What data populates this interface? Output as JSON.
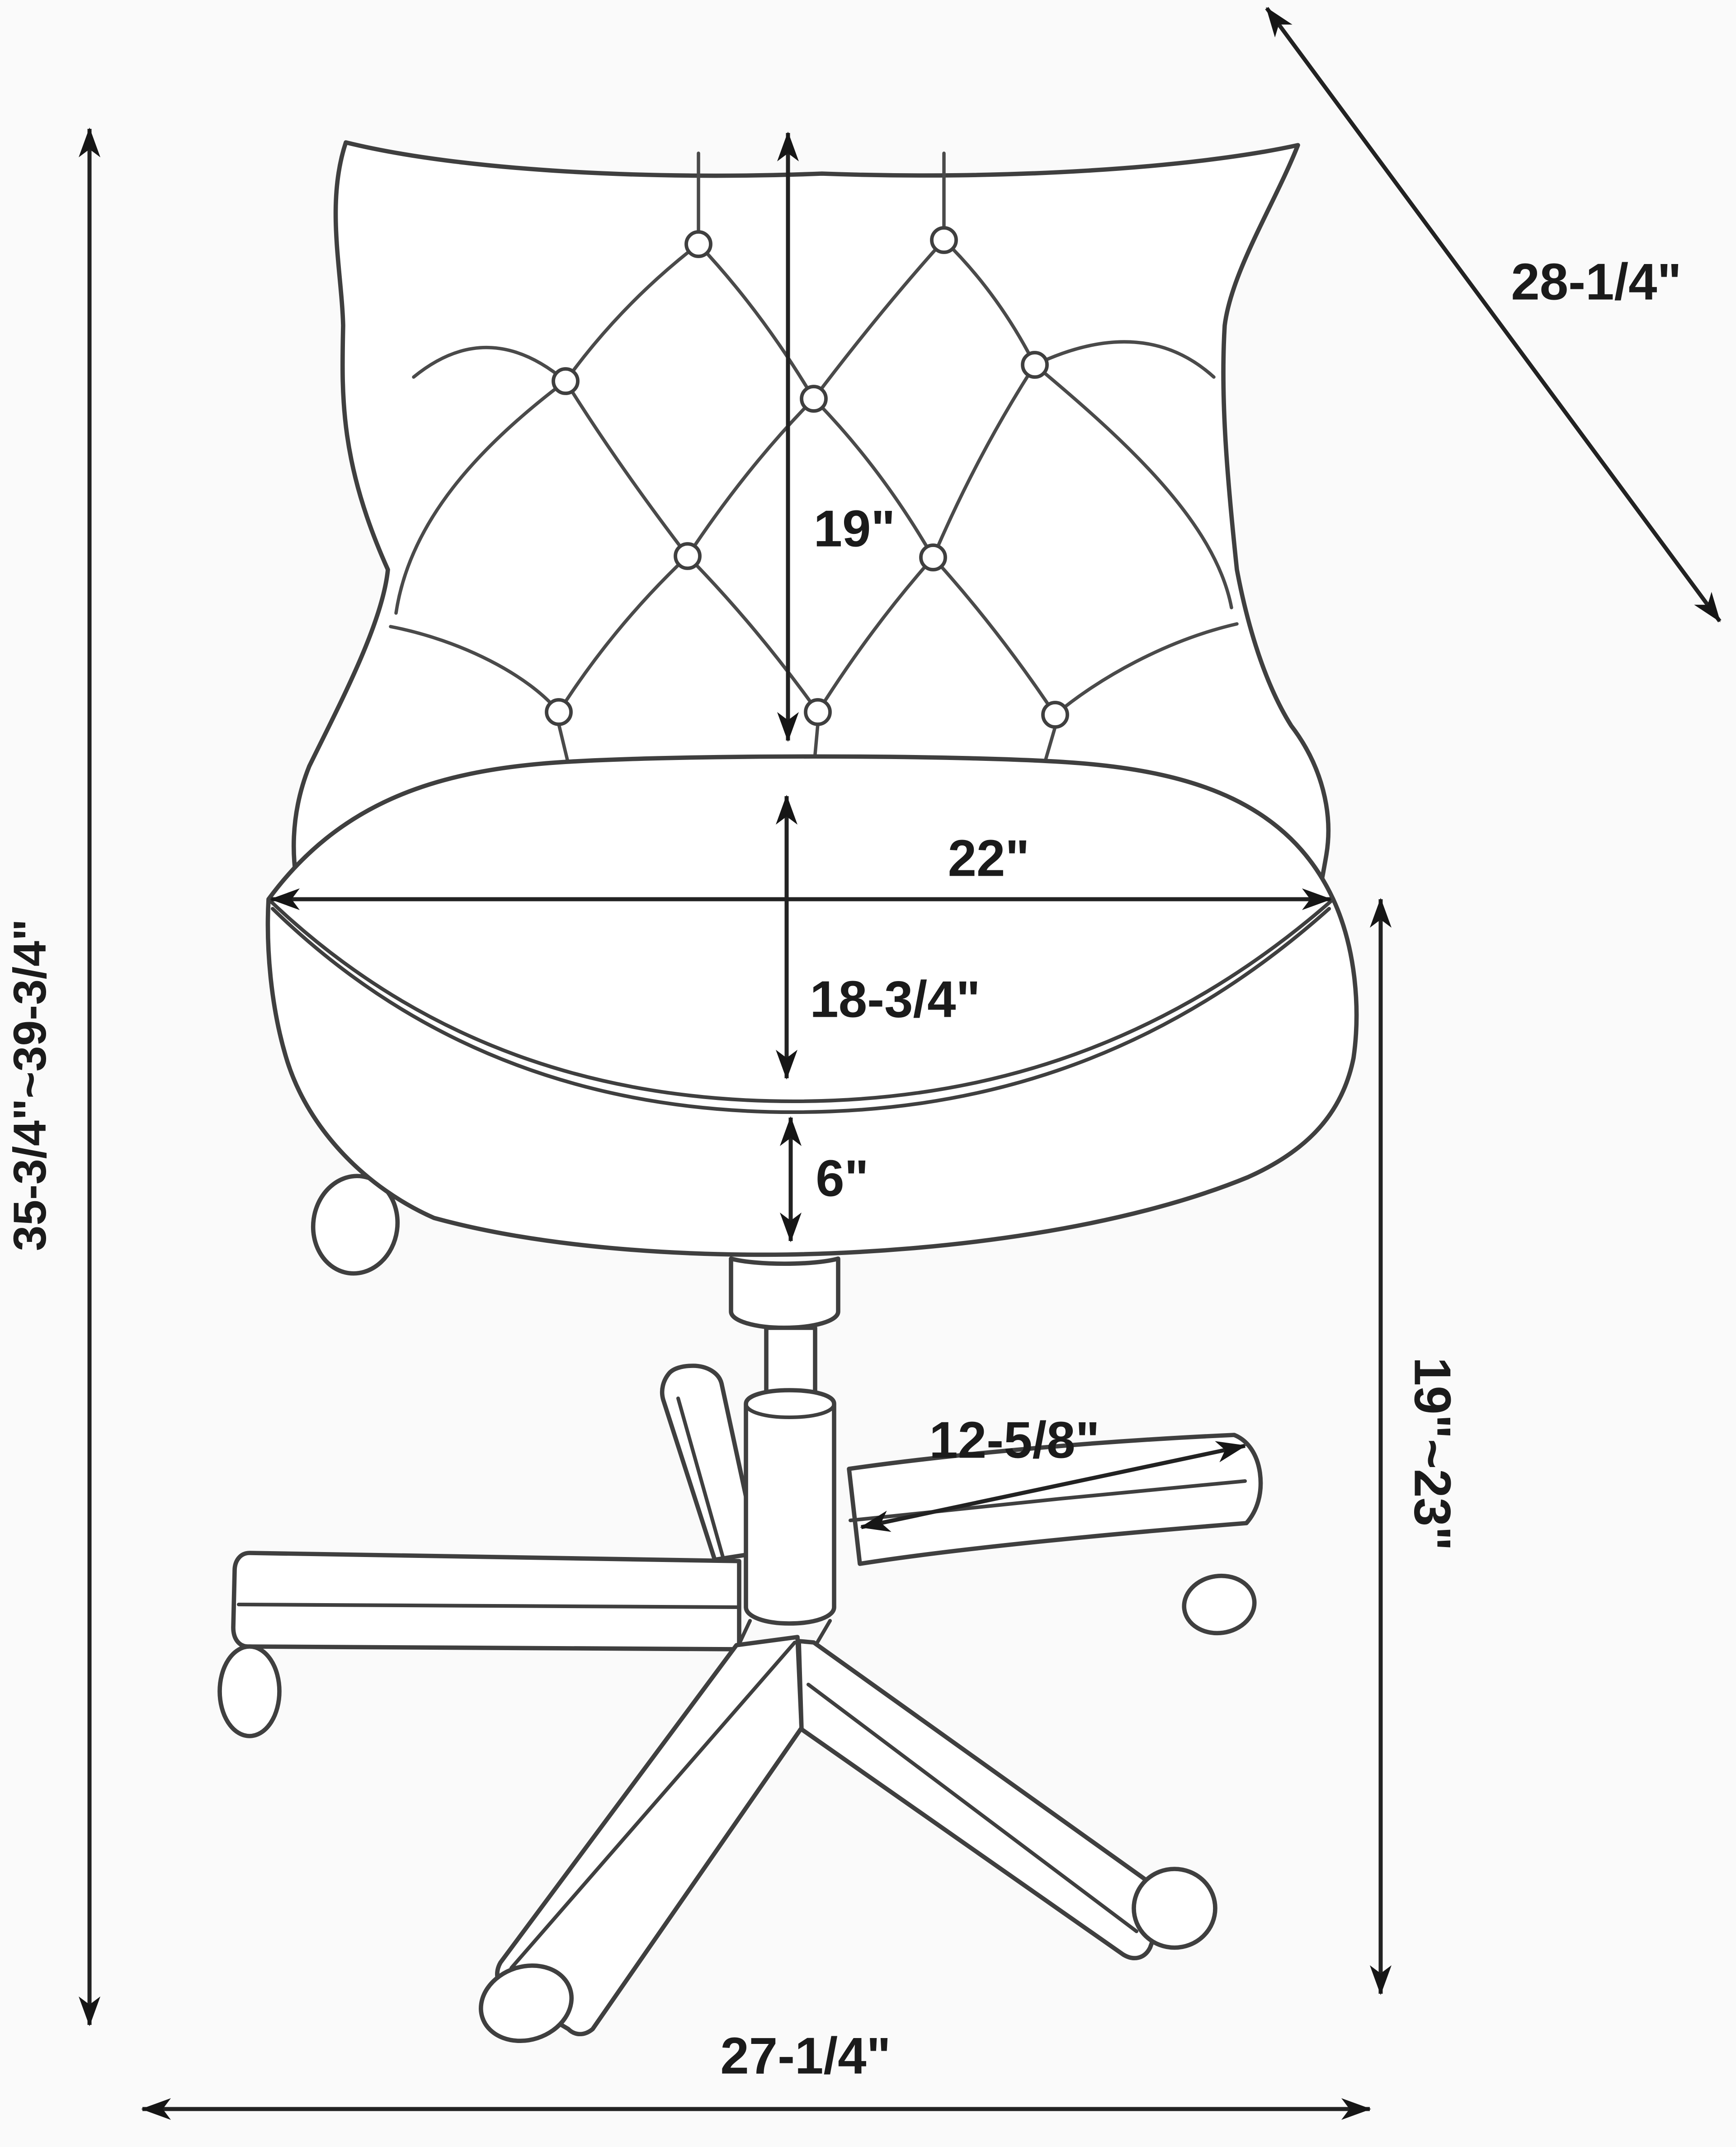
{
  "diagram": {
    "title": "office-chair-dimension-diagram",
    "subject": "tufted swivel office chair, front view line drawing with dimensions",
    "background": "#fafafa",
    "line_color": "#3f3f3f",
    "dimension_color": "#222222",
    "labels": {
      "overall_height": "35-3/4\"~39-3/4\"",
      "back_diagonal": "28-1/4\"",
      "backrest_height": "19\"",
      "seat_width": "22\"",
      "seat_depth": "18-3/4\"",
      "cushion_thickness": "6\"",
      "leg_length": "12-5/8\"",
      "seat_height_range": "19\"~23\"",
      "base_width": "27-1/4\""
    }
  }
}
